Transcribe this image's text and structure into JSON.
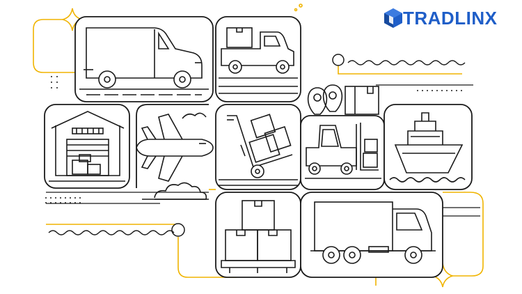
{
  "brand": {
    "name_part1": "TRAD",
    "name_part2": "LINX",
    "logo_color": "#1f5ec8",
    "logo_icon": "cube-logo-icon"
  },
  "colors": {
    "line": "#1a1a1a",
    "accent": "#f0b400",
    "background": "#ffffff",
    "card": "#ffffff"
  },
  "tiles": [
    {
      "id": "tile-van",
      "icon": "van-icon"
    },
    {
      "id": "tile-pickup-truck",
      "icon": "pickup-truck-icon"
    },
    {
      "id": "tile-location",
      "icon": "location-pin-icon"
    },
    {
      "id": "tile-warehouse",
      "icon": "warehouse-icon"
    },
    {
      "id": "tile-airplane",
      "icon": "airplane-icon"
    },
    {
      "id": "tile-hand-truck",
      "icon": "hand-truck-icon"
    },
    {
      "id": "tile-forklift",
      "icon": "forklift-icon"
    },
    {
      "id": "tile-ship",
      "icon": "cargo-ship-icon"
    },
    {
      "id": "tile-pallet",
      "icon": "pallet-boxes-icon"
    },
    {
      "id": "tile-box-truck",
      "icon": "box-truck-icon"
    }
  ]
}
